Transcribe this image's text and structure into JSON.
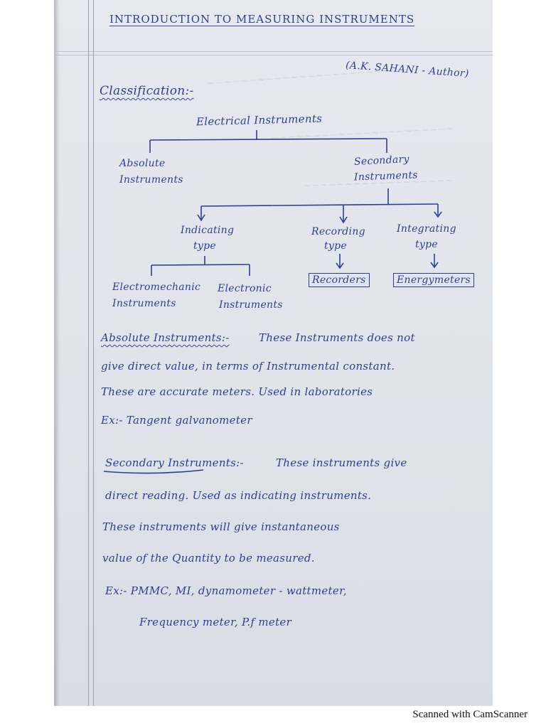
{
  "title": "INTRODUCTION TO MEASURING INSTRUMENTS",
  "author_note": "(A.K. SAHANI - Author)",
  "classification_heading": "Classification:-",
  "tree": {
    "root": "Electrical Instruments",
    "absolute": [
      "Absolute",
      "Instruments"
    ],
    "secondary": [
      "Secondary",
      "Instruments"
    ],
    "indicating": [
      "Indicating",
      "type"
    ],
    "recording": [
      "Recording",
      "type"
    ],
    "integrating": [
      "Integrating",
      "type"
    ],
    "electromechanic": [
      "Electromechanic",
      "Instruments"
    ],
    "electronic": [
      "Electronic",
      "Instruments"
    ],
    "recorders": "Recorders",
    "energymeters": "Energymeters"
  },
  "absolute_section": {
    "term": "Absolute Instruments:-",
    "lines": [
      "These Instruments does not",
      "give direct value, in terms of Instrumental constant.",
      "These are accurate meters. Used in laboratories",
      "Ex:- Tangent galvanometer"
    ]
  },
  "secondary_section": {
    "term": "Secondary Instruments:-",
    "lines": [
      "These instruments give",
      "direct reading. Used as indicating instruments.",
      "These instruments will give instantaneous",
      "value of the Quantity to be measured.",
      "Ex:- PMMC, MI, dynamometer - wattmeter,",
      "Frequency meter, P.f meter"
    ]
  },
  "footer": "Scanned with CamScanner",
  "colors": {
    "ink": "#2f3f8f",
    "paper": "#e3e6ec",
    "rule": "#b9c0cf"
  }
}
